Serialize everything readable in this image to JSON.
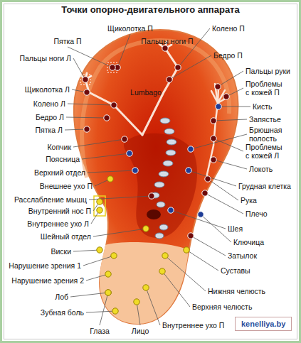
{
  "diagram": {
    "title": "Точки опорно-двигательного аппарата",
    "labels": [
      "Щиколотка П",
      "Пятка П",
      "Пальцы ноги П",
      "Колено П",
      "Бедро П",
      "Пальцы ноги Л",
      "Пальцы руки",
      "Проблемы с кожей П",
      "Кисть",
      "Запястье",
      "Брюшная полость",
      "Проблемы с кожей Л",
      "Локоть",
      "Грудная клетка",
      "Рука",
      "Плечо",
      "Шея",
      "Ключица",
      "Затылок",
      "Суставы",
      "Нижняя челюсть",
      "Верхняя челюсть",
      "Внутреннее ухо П",
      "Лицо",
      "Глаза",
      "Щиколотка Л",
      "Колено Л",
      "Бедро Л",
      "Пятка Л",
      "Копчик",
      "Поясница",
      "Верхний отдел",
      "Внешнее ухо П",
      "Расслабление мышц",
      "Внутренний нос П",
      "Внутреннее ухо Л",
      "Шейный отдел",
      "Виски",
      "Нарушение зрения 1",
      "Нарушение зрения 2",
      "Лоб",
      "Зубная боль",
      "Lumbago",
      "kenelliya.by"
    ]
  }
}
